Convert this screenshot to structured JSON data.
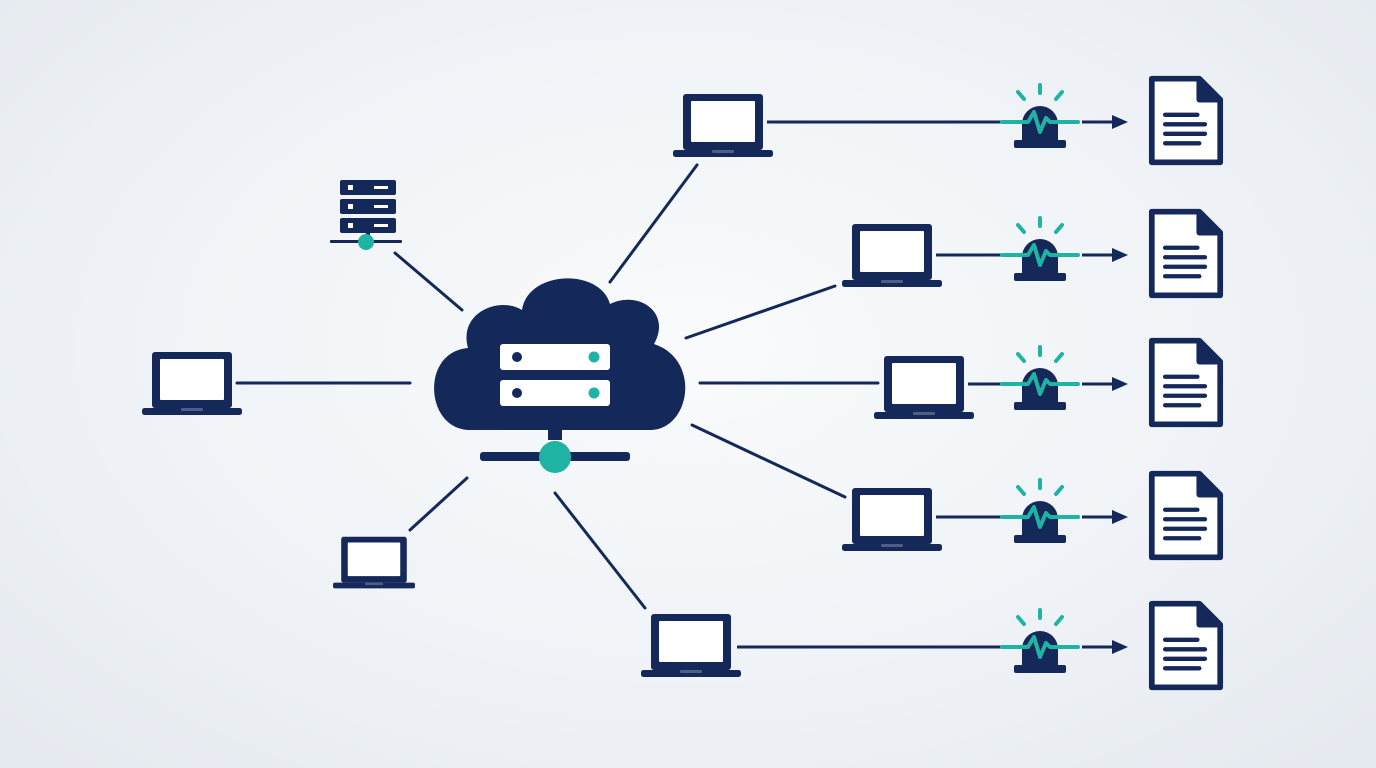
{
  "colors": {
    "primary": "#14285a",
    "accent": "#1fb3a4",
    "background": "#eef2f6",
    "screen": "#ffffff"
  },
  "diagram": {
    "hub": {
      "icon": "cloud-server-icon"
    },
    "nodes": [
      {
        "id": "server-node",
        "icon": "server-rack-icon"
      },
      {
        "id": "laptop-left",
        "icon": "laptop-icon"
      },
      {
        "id": "laptop-bottom-left",
        "icon": "laptop-icon"
      },
      {
        "id": "laptop-bottom",
        "icon": "laptop-icon"
      },
      {
        "id": "laptop-top",
        "icon": "laptop-icon"
      },
      {
        "id": "laptop-right-1",
        "icon": "laptop-icon"
      },
      {
        "id": "laptop-right-2",
        "icon": "laptop-icon"
      },
      {
        "id": "laptop-right-3",
        "icon": "laptop-icon"
      }
    ],
    "alert_rows": [
      {
        "source": "laptop-top",
        "alarm_icon": "alarm-siren-icon",
        "arrow_icon": "arrow-right-icon",
        "doc_icon": "document-icon"
      },
      {
        "source": "laptop-right-1",
        "alarm_icon": "alarm-siren-icon",
        "arrow_icon": "arrow-right-icon",
        "doc_icon": "document-icon"
      },
      {
        "source": "laptop-right-2",
        "alarm_icon": "alarm-siren-icon",
        "arrow_icon": "arrow-right-icon",
        "doc_icon": "document-icon"
      },
      {
        "source": "laptop-right-3",
        "alarm_icon": "alarm-siren-icon",
        "arrow_icon": "arrow-right-icon",
        "doc_icon": "document-icon"
      },
      {
        "source": "laptop-bottom",
        "alarm_icon": "alarm-siren-icon",
        "arrow_icon": "arrow-right-icon",
        "doc_icon": "document-icon"
      }
    ]
  }
}
